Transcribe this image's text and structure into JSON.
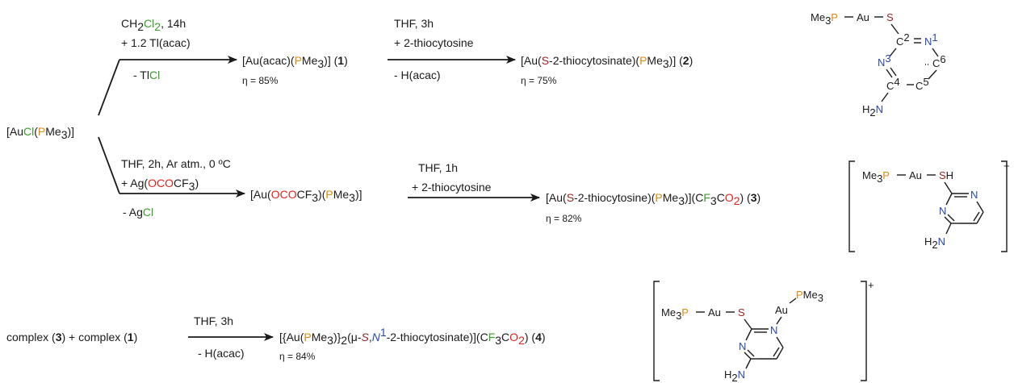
{
  "start": {
    "pre": "[Au",
    "cl": "Cl",
    "lp": "(",
    "p": "P",
    "me3": "Me",
    "sub3": "3",
    "close": ")]"
  },
  "route1": {
    "reagent_top": {
      "pre": "CH",
      "sub2": "2",
      "cl": "Cl",
      "sub2b": "2",
      "post": ", 14h"
    },
    "reagent_2": "+ 1.2 Tl(acac)",
    "byproduct": {
      "pre": "- Tl",
      "cl": "Cl"
    },
    "product": {
      "pre": "[Au(acac)(",
      "p": "P",
      "me": "Me",
      "sub3": "3",
      "close": ")] (",
      "num": "1",
      "end": ")"
    },
    "yield": {
      "eta": "η",
      "val": " = 85%"
    }
  },
  "route1b": {
    "reagent_top": "THF, 3h",
    "reagent_2": "+ 2-thiocytosine",
    "byproduct": "- H(acac)",
    "product": {
      "pre": "[Au(",
      "s": "S",
      "mid": "-2-thiocytosinate)(",
      "p": "P",
      "me": "Me",
      "sub3": "3",
      "close": ")] (",
      "num": "2",
      "end": ")"
    },
    "yield": {
      "eta": "η",
      "val": " = 75%"
    }
  },
  "struct2": {
    "me3p": {
      "me": "Me",
      "sub3": "3",
      "p": "P"
    },
    "au": "Au",
    "s": "S",
    "c2": {
      "c": "C",
      "sup": "2"
    },
    "n1": {
      "n": "N",
      "sup": "1"
    },
    "n3": {
      "n": "N",
      "sup": "3"
    },
    "c6": {
      "c": "C",
      "sup": "6"
    },
    "c4": {
      "c": "C",
      "sup": "4"
    },
    "c5": {
      "c": "C",
      "sup": "5"
    },
    "h2n": {
      "h": "H",
      "sub2": "2",
      "n": "N"
    }
  },
  "route2": {
    "reagent_top": "THF, 2h, Ar atm., 0 ºC",
    "reagent_2": {
      "pre": "+ Ag(",
      "o": "OCO",
      "cf": "CF",
      "sub3": "3",
      "close": ")"
    },
    "byproduct": {
      "pre": "- Ag",
      "cl": "Cl"
    },
    "product": {
      "pre": "[Au(",
      "o": "OCO",
      "cf": "CF",
      "sub3": "3",
      "mid": ")(",
      "p": "P",
      "me": "Me",
      "sub3b": "3",
      "close": ")]"
    }
  },
  "route2b": {
    "reagent_top": "THF, 1h",
    "reagent_2": "+ 2-thiocytosine",
    "product": {
      "pre": "[Au(",
      "s": "S",
      "mid": "-2-thiocytosine)(",
      "p": "P",
      "me": "Me",
      "sub3": "3",
      "mid2": ")](C",
      "f": "F",
      "sub3b": "3",
      "c": "C",
      "o": "O",
      "sub2": "2",
      "close": ") (",
      "num": "3",
      "end": ")"
    },
    "yield": {
      "eta": "η",
      "val": " = 82%"
    }
  },
  "struct3": {
    "me3p": {
      "me": "Me",
      "sub3": "3",
      "p": "P"
    },
    "au": "Au",
    "sh": {
      "s": "S",
      "h": "H"
    },
    "n_right": "N",
    "n_left": "N",
    "h2n": {
      "h": "H",
      "sub2": "2",
      "n": "N"
    },
    "charge": "+"
  },
  "route3": {
    "reactants": {
      "pre": "complex (",
      "num1": "3",
      "mid": ") + complex (",
      "num2": "1",
      "end": ")"
    },
    "reagent_top": "THF, 3h",
    "byproduct": "- H(acac)",
    "product": {
      "pre": "[{Au(",
      "p": "P",
      "me": "Me",
      "sub3": "3",
      "mid": ")}",
      "sub2": "2",
      "mu": "(μ-",
      "s": "S",
      "comma": ",",
      "n": "N",
      "sup1": "1",
      "mid2": "-2-thiocytosinate)](C",
      "f": "F",
      "sub3b": "3",
      "c": "C",
      "o": "O",
      "sub2b": "2",
      "close": ") (",
      "num": "4",
      "end": ")"
    },
    "yield": {
      "eta": "η",
      "val": " = 84%"
    }
  },
  "struct4": {
    "me3p": {
      "me": "Me",
      "sub3": "3",
      "p": "P"
    },
    "au_left": "Au",
    "s": "S",
    "n_top": "N",
    "n_left": "N",
    "au_right": "Au",
    "pme3": {
      "p": "P",
      "me": "Me",
      "sub3": "3"
    },
    "h2n": {
      "h": "H",
      "sub2": "2",
      "n": "N"
    },
    "charge": "+"
  }
}
